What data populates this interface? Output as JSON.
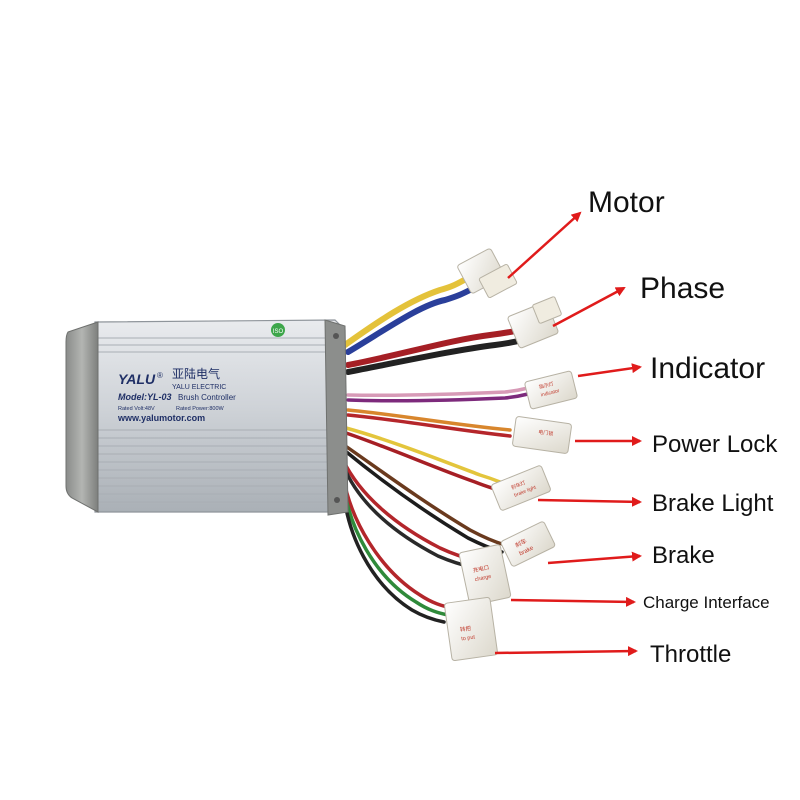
{
  "controller": {
    "brand": "YALU",
    "brand_mark": "®",
    "name_cn": "亚陆电气",
    "company": "YALU ELECTRIC",
    "model": "Model:YL-03",
    "product": "Brush Controller",
    "rated_volt": "Rated Volt:48V",
    "rated_power": "Rated Power:800W",
    "website": "www.yalumotor.com",
    "sticker": "ISO"
  },
  "labels": {
    "motor": "Motor",
    "phase": "Phase",
    "indicator": "Indicator",
    "power_lock": "Power Lock",
    "brake_light": "Brake Light",
    "brake": "Brake",
    "charge_interface": "Charge Interface",
    "throttle": "Throttle"
  },
  "connector_tags": {
    "indicator_cn": "指示灯",
    "indicator_en": "indicator",
    "power_lock_cn": "电门锁",
    "brake_light_cn": "刹车灯",
    "brake_light_en": "brake light",
    "brake_cn": "刹车",
    "brake_en": "brake",
    "charge_cn": "充电口",
    "charge_en": "charge",
    "throttle_cn": "转把",
    "throttle_en": "to put"
  },
  "colors": {
    "arrow": "#e01b1b",
    "case": "#c9cdd2",
    "end_cap": "#9a9c9a",
    "connector": "#f4f1e8"
  }
}
